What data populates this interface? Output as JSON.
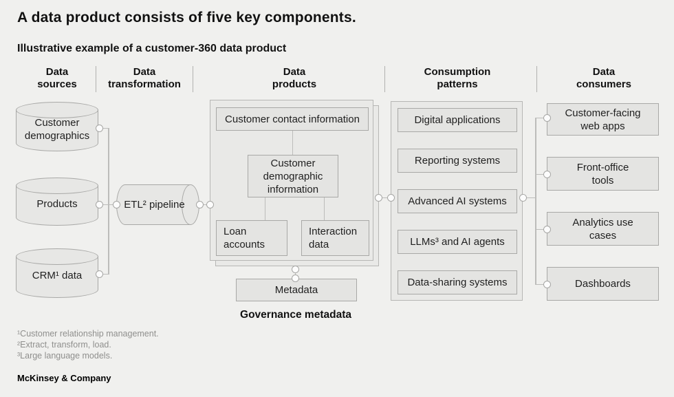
{
  "title": "A data product consists of five key components.",
  "subtitle": "Illustrative example of a customer-360 data product",
  "columns": [
    {
      "label": "Data\nsources"
    },
    {
      "label": "Data\ntransformation"
    },
    {
      "label": "Data\nproducts"
    },
    {
      "label": "Consumption\npatterns"
    },
    {
      "label": "Data\nconsumers"
    }
  ],
  "data_sources": {
    "items": [
      "Customer\ndemographics",
      "Products",
      "CRM¹ data"
    ]
  },
  "data_transformation": {
    "pipeline_label": "ETL² pipeline"
  },
  "data_products": {
    "contact": "Customer contact information",
    "demographic": "Customer\ndemographic\ninformation",
    "loan": "Loan\naccounts",
    "interaction": "Interaction\ndata",
    "metadata": "Metadata",
    "caption": "Governance metadata"
  },
  "consumption_patterns": {
    "items": [
      "Digital applications",
      "Reporting systems",
      "Advanced AI systems",
      "LLMs³ and AI agents",
      "Data-sharing systems"
    ]
  },
  "data_consumers": {
    "items": [
      "Customer-facing\nweb apps",
      "Front-office\ntools",
      "Analytics use\ncases",
      "Dashboards"
    ]
  },
  "footnotes": [
    "¹Customer relationship management.",
    "²Extract, transform, load.",
    "³Large language models."
  ],
  "brand": "McKinsey & Company",
  "colors": {
    "background": "#f0f0ee",
    "container_fill": "#e9e9e7",
    "node_fill": "#e4e4e2",
    "border": "#a8a8a6",
    "connector": "#bcbcba",
    "text": "#1f1f1f",
    "footnote_text": "#8f8f8d"
  }
}
